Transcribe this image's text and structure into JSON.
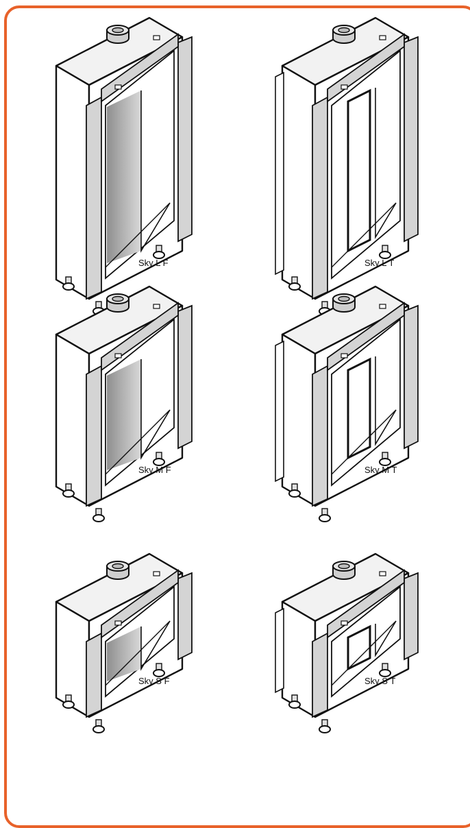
{
  "colors": {
    "frame": "#e8622a",
    "steel": "#d4d4d4",
    "line": "#111111",
    "firebox": "#a3a3a3"
  },
  "models": [
    {
      "label": "Sky L F",
      "size": "L",
      "type": "F"
    },
    {
      "label": "Sky L T",
      "size": "L",
      "type": "T"
    },
    {
      "label": "Sky M F",
      "size": "M",
      "type": "F"
    },
    {
      "label": "Sky M T",
      "size": "M",
      "type": "T"
    },
    {
      "label": "Sky S F",
      "size": "S",
      "type": "F"
    },
    {
      "label": "Sky S T",
      "size": "S",
      "type": "T"
    }
  ]
}
